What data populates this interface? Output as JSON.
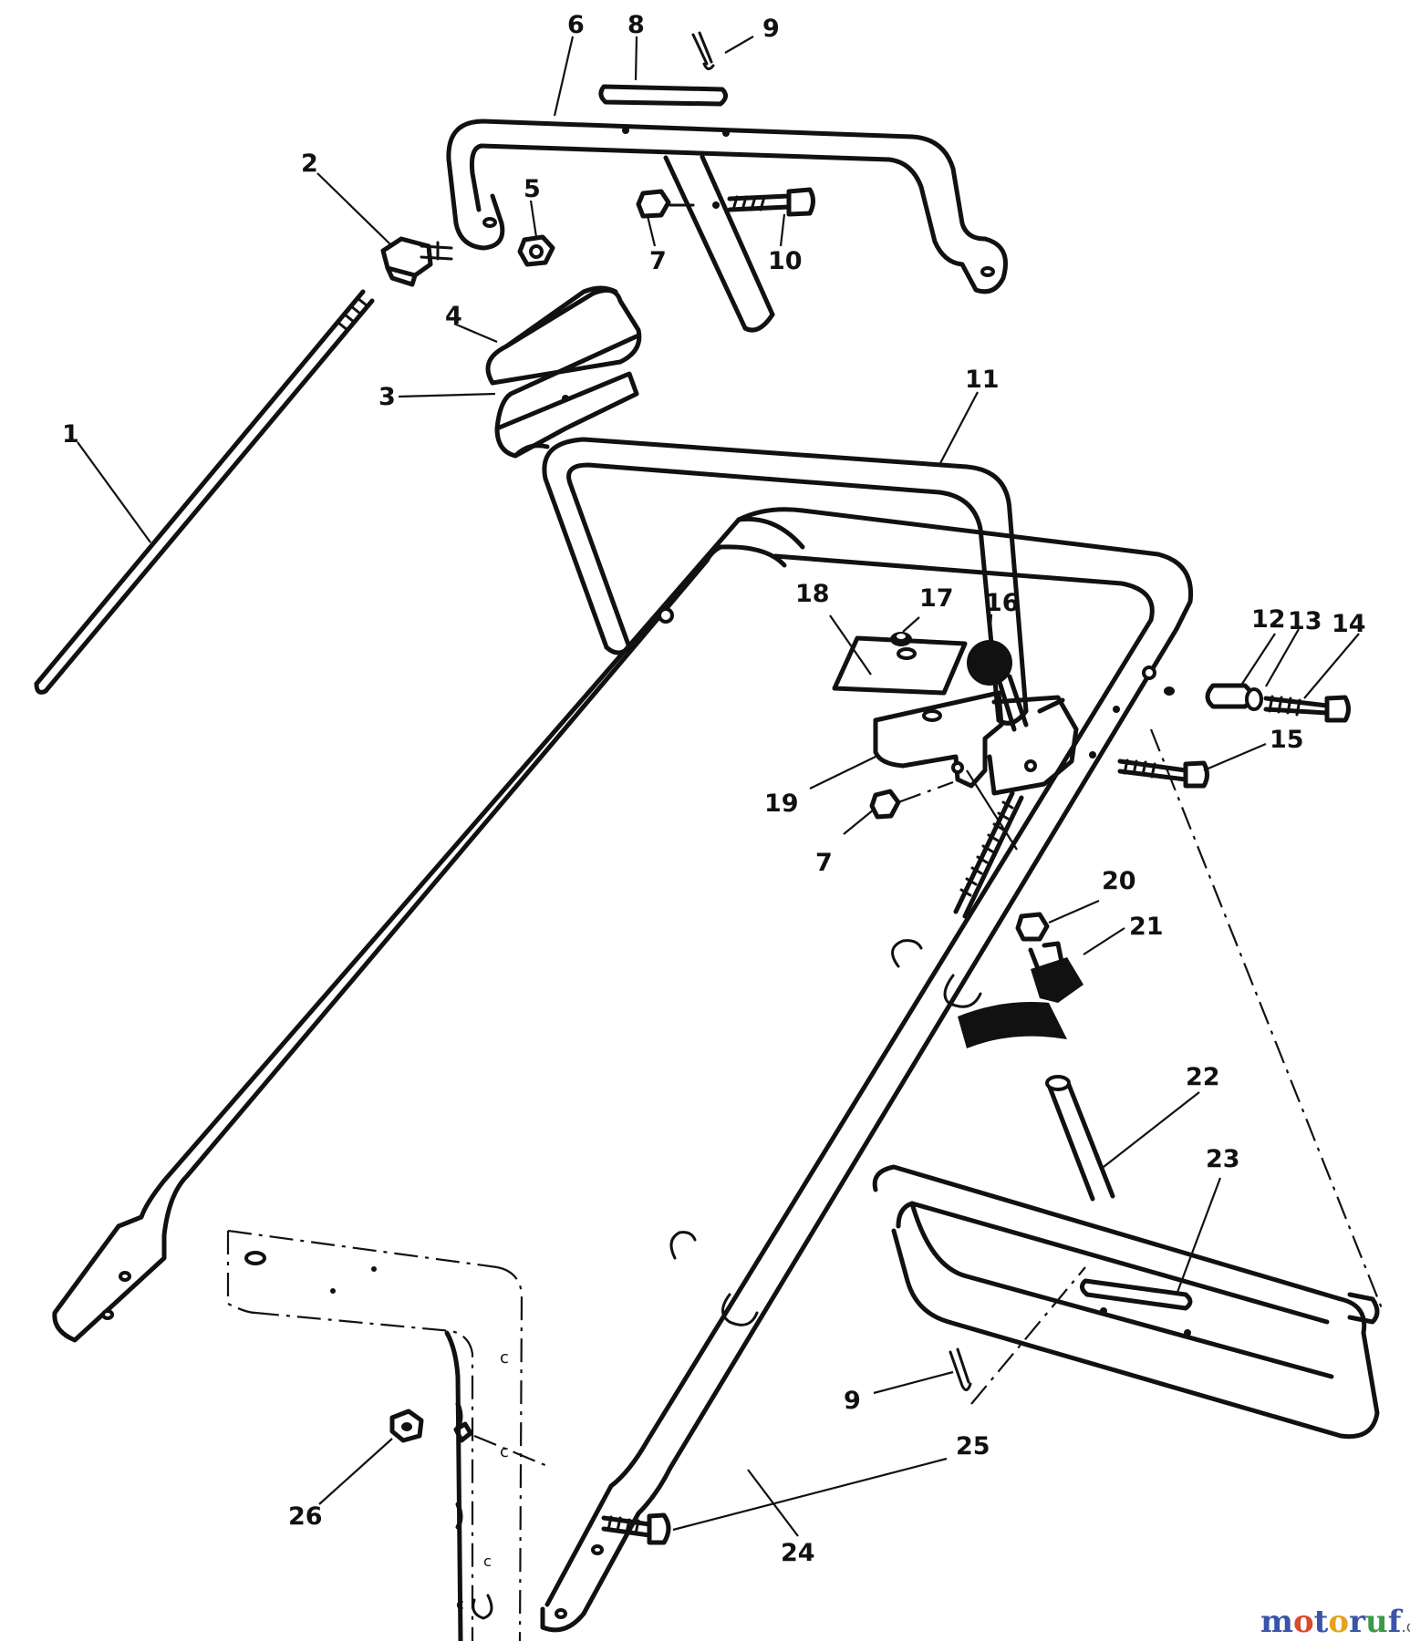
{
  "callouts": {
    "c1": "1",
    "c2": "2",
    "c3": "3",
    "c4": "4",
    "c5": "5",
    "c6": "6",
    "c7a": "7",
    "c7b": "7",
    "c8": "8",
    "c9a": "9",
    "c9b": "9",
    "c10": "10",
    "c11": "11",
    "c12": "12",
    "c13": "13",
    "c14": "14",
    "c15": "15",
    "c16": "16",
    "c17": "17",
    "c18": "18",
    "c19": "19",
    "c20": "20",
    "c21": "21",
    "c22": "22",
    "c23": "23",
    "c24": "24",
    "c25": "25",
    "c26": "26"
  },
  "watermark": {
    "brand": "motoruf",
    "suffix": ".de",
    "colors": [
      "#3a54a8",
      "#d94a2c",
      "#e5a21c",
      "#3a9a48"
    ]
  }
}
